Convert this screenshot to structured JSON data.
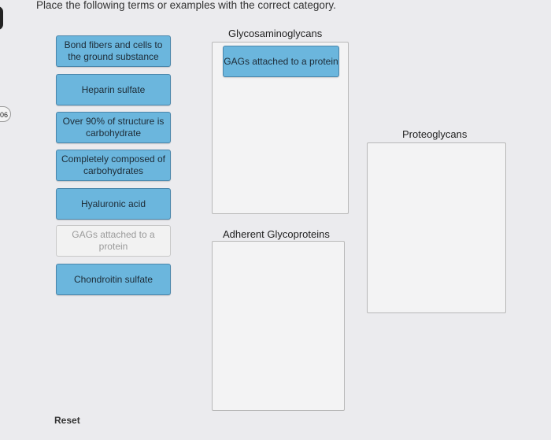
{
  "instruction": "Place the following terms or examples with the correct category.",
  "timer": ":06",
  "terms": [
    {
      "label": "Bond fibers and cells to the ground substance"
    },
    {
      "label": "Heparin sulfate"
    },
    {
      "label": "Over 90% of structure is carbohydrate"
    },
    {
      "label": "Completely composed of carbohydrates"
    },
    {
      "label": "Hyaluronic acid"
    },
    {
      "label": "GAGs attached to a protein",
      "state": "placed-elsewhere"
    },
    {
      "label": "Chondroitin sulfate"
    }
  ],
  "categories": [
    {
      "label": "Glycosaminoglycans",
      "items": [
        "GAGs attached to a protein"
      ]
    },
    {
      "label": "Adherent Glycoproteins",
      "items": []
    },
    {
      "label": "Proteoglycans",
      "items": []
    }
  ],
  "colors": {
    "chip_fill": "#6bb6dd",
    "chip_border": "#4a86ab",
    "background": "#ebebee"
  },
  "reset_label": "Reset"
}
